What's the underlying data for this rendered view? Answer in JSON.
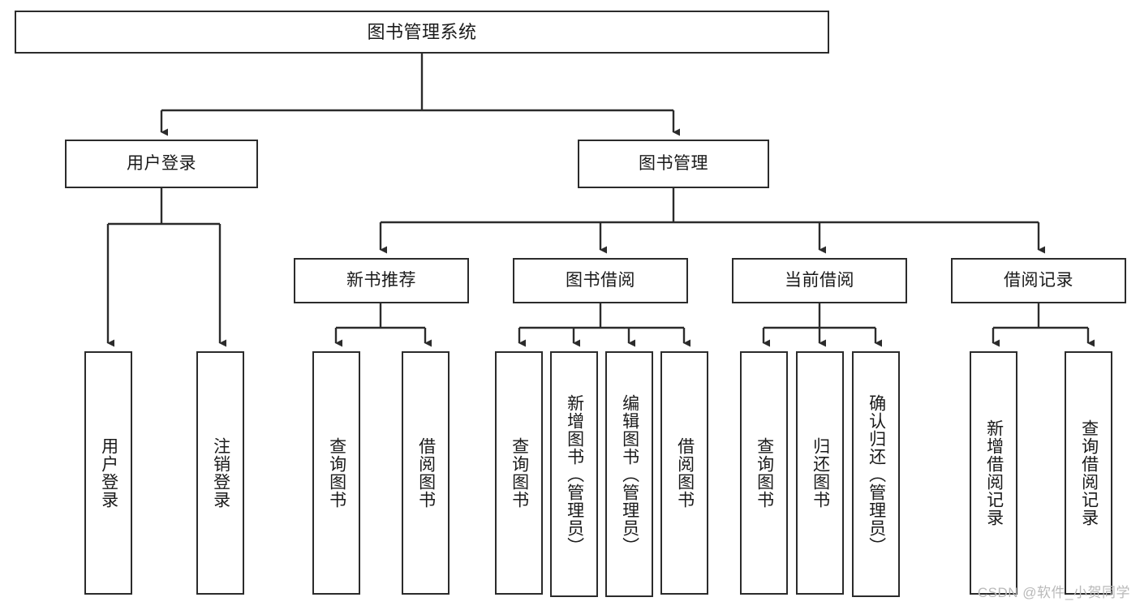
{
  "diagram": {
    "type": "tree-hierarchy",
    "title": "图书管理系统",
    "watermark": "CSDN @软件_小贺同学",
    "colors": {
      "box_border": "#2b2b2b",
      "box_fill": "#ffffff",
      "connector": "#2b2b2b",
      "text": "#1a1a1a",
      "watermark": "#b9b9b9",
      "background": "#ffffff"
    },
    "levels": [
      {
        "level": 1,
        "nodes": [
          {
            "id": "root",
            "label": "图书管理系统"
          }
        ]
      },
      {
        "level": 2,
        "nodes": [
          {
            "id": "user-login",
            "label": "用户登录",
            "parent": "root"
          },
          {
            "id": "book-manage",
            "label": "图书管理",
            "parent": "root"
          }
        ]
      },
      {
        "level": 3,
        "nodes": [
          {
            "id": "new-book-rec",
            "label": "新书推荐",
            "parent": "book-manage"
          },
          {
            "id": "book-borrow",
            "label": "图书借阅",
            "parent": "book-manage"
          },
          {
            "id": "current-borrow",
            "label": "当前借阅",
            "parent": "book-manage"
          },
          {
            "id": "borrow-record",
            "label": "借阅记录",
            "parent": "book-manage"
          }
        ]
      },
      {
        "level": 4,
        "nodes": [
          {
            "id": "leaf-user-login",
            "label": "用户登录",
            "parent": "user-login"
          },
          {
            "id": "leaf-user-logout",
            "label": "注销登录",
            "parent": "user-login"
          },
          {
            "id": "leaf-rec-query",
            "label": "查询图书",
            "parent": "new-book-rec"
          },
          {
            "id": "leaf-rec-borrow",
            "label": "借阅图书",
            "parent": "new-book-rec"
          },
          {
            "id": "leaf-borrow-query",
            "label": "查询图书",
            "parent": "book-borrow"
          },
          {
            "id": "leaf-borrow-add",
            "label": "新增图书（管理员）",
            "parent": "book-borrow"
          },
          {
            "id": "leaf-borrow-edit",
            "label": "编辑图书（管理员）",
            "parent": "book-borrow"
          },
          {
            "id": "leaf-borrow-lend",
            "label": "借阅图书",
            "parent": "book-borrow"
          },
          {
            "id": "leaf-cur-query",
            "label": "查询图书",
            "parent": "current-borrow"
          },
          {
            "id": "leaf-cur-return",
            "label": "归还图书",
            "parent": "current-borrow"
          },
          {
            "id": "leaf-cur-confirm",
            "label": "确认归还（管理员）",
            "parent": "current-borrow"
          },
          {
            "id": "leaf-rec-add",
            "label": "新增借阅记录",
            "parent": "borrow-record"
          },
          {
            "id": "leaf-rec-search",
            "label": "查询借阅记录",
            "parent": "borrow-record"
          }
        ]
      }
    ]
  }
}
